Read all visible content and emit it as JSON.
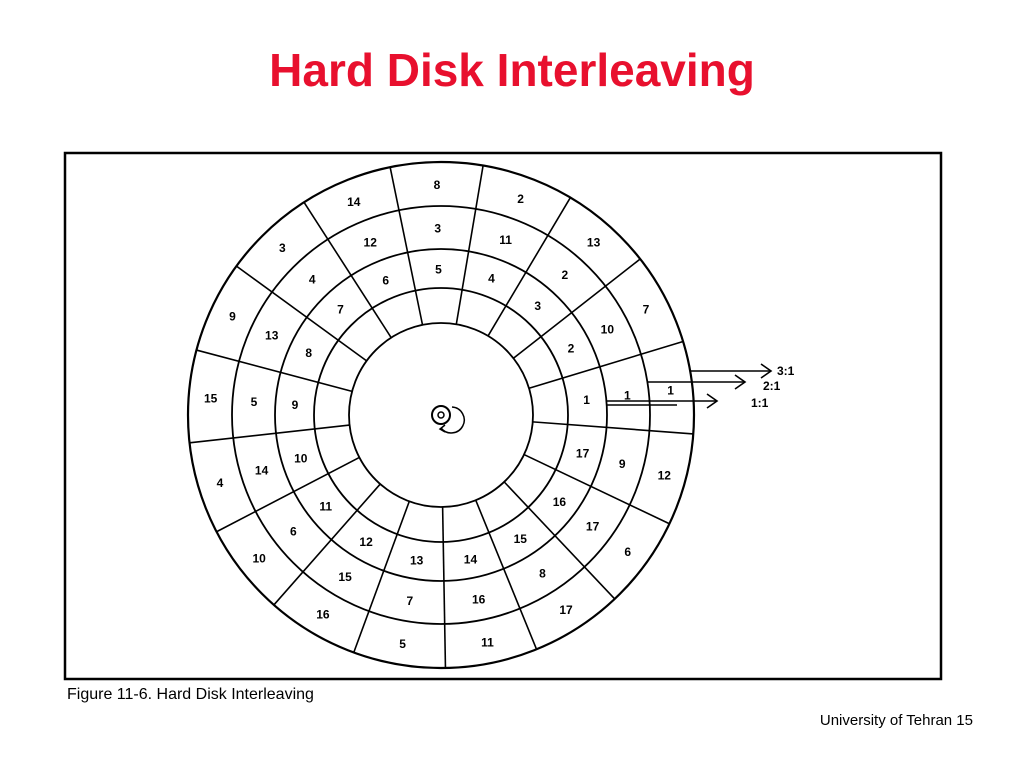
{
  "title": "Hard Disk Interleaving",
  "title_color": "#e8102e",
  "figure": {
    "caption": "Figure 11-6. Hard Disk Interleaving",
    "sectors_per_track": 17,
    "tracks": [
      {
        "name": "outer",
        "ratio_label": "3:1",
        "sequence": [
          "1",
          "7",
          "13",
          "2",
          "8",
          "14",
          "3",
          "9",
          "15",
          "4",
          "10",
          "16",
          "5",
          "11",
          "17",
          "6",
          "12"
        ]
      },
      {
        "name": "middle",
        "ratio_label": "2:1",
        "sequence": [
          "1",
          "10",
          "2",
          "11",
          "3",
          "12",
          "4",
          "13",
          "5",
          "14",
          "6",
          "15",
          "7",
          "16",
          "8",
          "17",
          "9"
        ]
      },
      {
        "name": "inner",
        "ratio_label": "1:1",
        "sequence": [
          "1",
          "2",
          "3",
          "4",
          "5",
          "6",
          "7",
          "8",
          "9",
          "10",
          "11",
          "12",
          "13",
          "14",
          "15",
          "16",
          "17"
        ]
      }
    ]
  },
  "footer": "University of Tehran 15"
}
